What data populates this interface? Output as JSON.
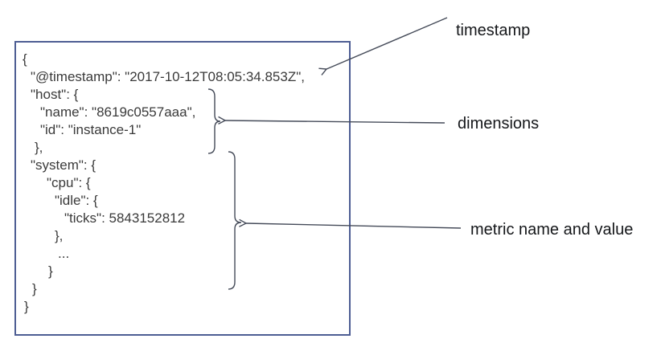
{
  "json_doc": {
    "lines": [
      "{",
      "\"@timestamp\": \"2017-10-12T08:05:34.853Z\",",
      "\"host\": {",
      "\"name\": \"8619c0557aaa\",",
      "\"id\": \"instance-1\"",
      "},",
      "\"system\": {",
      "\"cpu\": {",
      "\"idle\": {",
      "\"ticks\": 5843152812",
      "},",
      "...",
      "}",
      "}",
      "}"
    ]
  },
  "annotations": {
    "timestamp_label": "timestamp",
    "dimensions_label": "dimensions",
    "metric_label": "metric name and value"
  },
  "colors": {
    "box_border": "#4d5d93",
    "code_text": "#3a3a3a",
    "annotation_line": "#454b59",
    "label_text": "#15171a"
  }
}
